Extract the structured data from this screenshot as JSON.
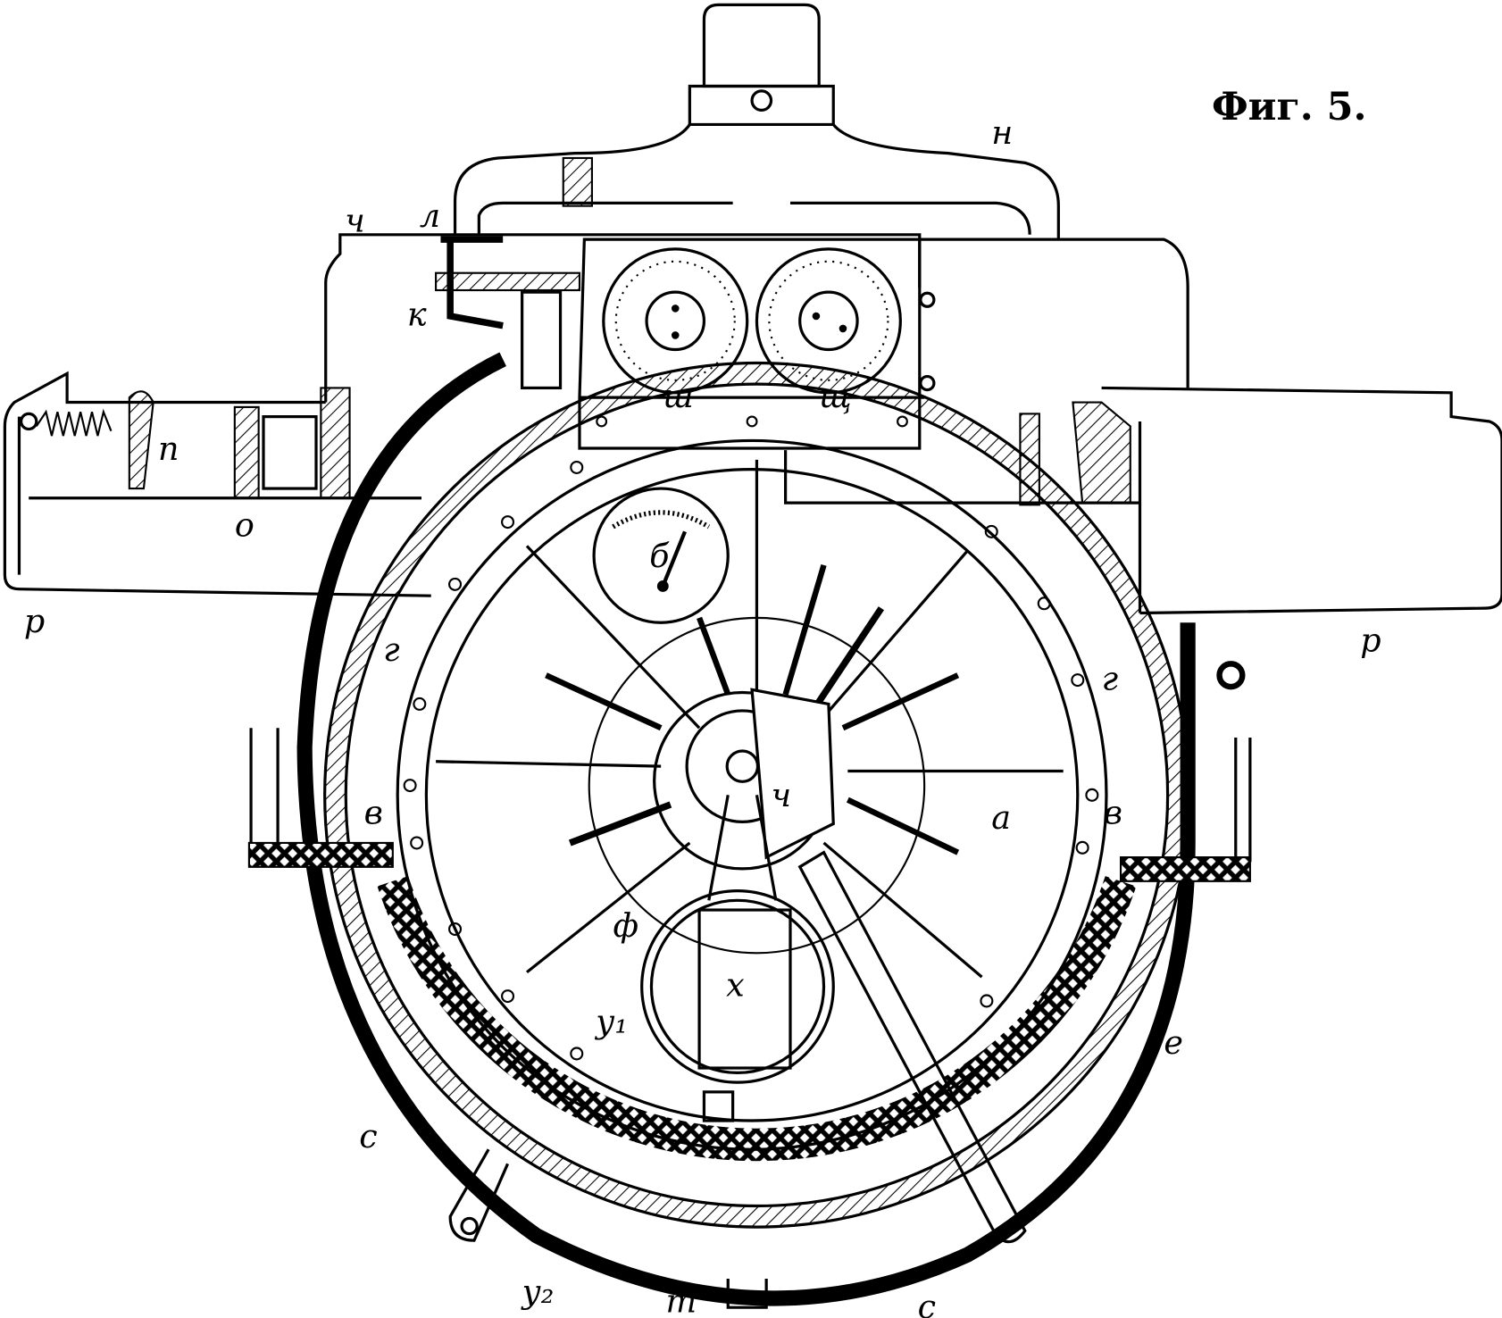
{
  "figure": {
    "title": "Фиг. 5.",
    "labels": {
      "n": "н",
      "ch_top": "ч",
      "l": "л",
      "k": "к",
      "sh": "ш",
      "shch": "щ",
      "p": "п",
      "o": "о",
      "r_left": "р",
      "r_right": "р",
      "b": "б",
      "g_left": "г",
      "g_right": "г",
      "v_left": "в",
      "v_right": "в",
      "ch_hub": "ч",
      "a": "а",
      "f": "ф",
      "x": "х",
      "u1": "у₁",
      "u2": "у₂",
      "s_left": "с",
      "e": "е",
      "t": "т",
      "s_bottom": "с"
    },
    "colors": {
      "ink": "#000000",
      "paper": "#ffffff"
    }
  }
}
